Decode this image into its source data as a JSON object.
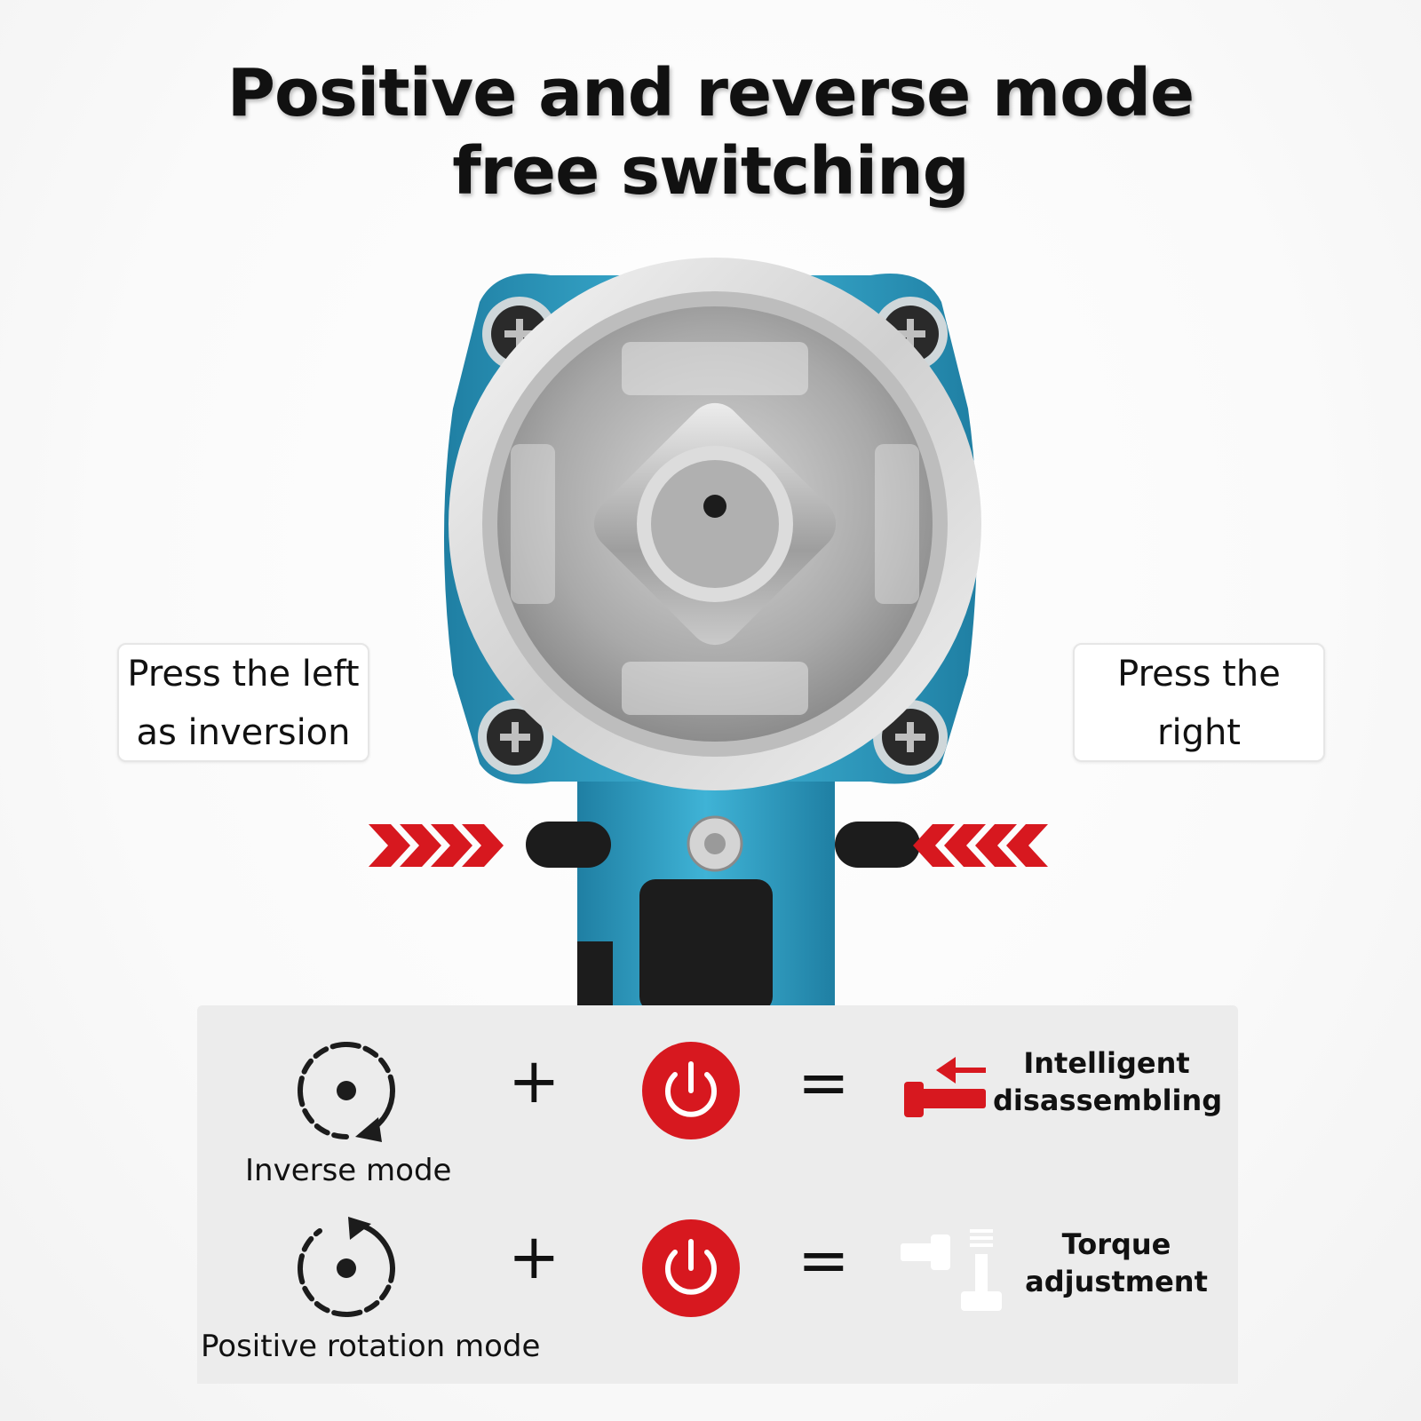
{
  "headline": {
    "line1": "Positive and reverse mode",
    "line2": "free switching"
  },
  "callouts": {
    "left": {
      "line1": "Press the left",
      "line2": "as inversion"
    },
    "right": {
      "line1": "Press the",
      "line2": "right"
    }
  },
  "modes": [
    {
      "mode_label": "Inverse mode",
      "mode_icon": "counterclockwise-rotation-icon",
      "operator_plus": "+",
      "power_icon": "power-button-icon",
      "operator_equals": "=",
      "result_icon": "wrench-loosen-icon",
      "result_line1": "Intelligent",
      "result_line2": "disassembling"
    },
    {
      "mode_label": "Positive rotation mode",
      "mode_icon": "clockwise-rotation-icon",
      "operator_plus": "+",
      "power_icon": "power-button-icon",
      "operator_equals": "=",
      "result_icon": "torque-adjust-icon",
      "result_line1": "Torque",
      "result_line2": "adjustment"
    }
  ],
  "colors": {
    "accent_red": "#d7181f",
    "tool_blue": "#2f9fc4",
    "tool_black": "#1c1c1c",
    "panel_gray": "#ececec"
  }
}
